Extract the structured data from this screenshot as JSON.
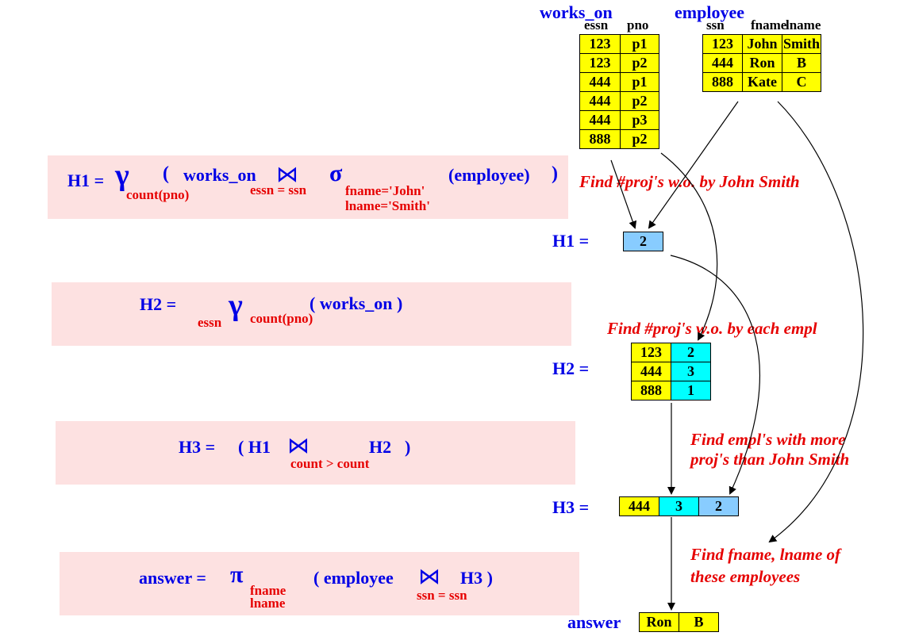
{
  "works_on": {
    "name": "works_on",
    "headers": [
      "essn",
      "pno"
    ],
    "rows": [
      [
        "123",
        "p1"
      ],
      [
        "123",
        "p2"
      ],
      [
        "444",
        "p1"
      ],
      [
        "444",
        "p2"
      ],
      [
        "444",
        "p3"
      ],
      [
        "888",
        "p2"
      ]
    ]
  },
  "employee": {
    "name": "employee",
    "headers": [
      "ssn",
      "fname",
      "lname"
    ],
    "rows": [
      [
        "123",
        "John",
        "Smith"
      ],
      [
        "444",
        "Ron",
        "B"
      ],
      [
        "888",
        "Kate",
        "C"
      ]
    ]
  },
  "expr_h1": {
    "lhs": "H1 =",
    "gamma": "γ",
    "gamma_sub": "count(pno)",
    "open": "(",
    "rel1": "works_on",
    "join": "⋈",
    "join_sub": "essn = ssn",
    "sigma": "σ",
    "sigma_sub1": "fname='John'",
    "sigma_sub2": "lname='Smith'",
    "arg": "(employee)",
    "close": ")"
  },
  "expr_h2": {
    "lhs": "H2 =",
    "group_sub": "essn",
    "gamma": "γ",
    "gamma_sub": "count(pno)",
    "arg": "( works_on )"
  },
  "expr_h3": {
    "lhs": "H3 =",
    "open": "( H1",
    "join": "⋈",
    "join_sub": "count > count",
    "arg": "H2",
    "close": ")"
  },
  "expr_answer": {
    "lhs": "answer =",
    "pi": "π",
    "pi_sub1": "fname",
    "pi_sub2": "lname",
    "open": "( employee",
    "join": "⋈",
    "join_sub": "ssn = ssn",
    "arg": "H3 )"
  },
  "notes": {
    "n1": "Find #proj's w.o. by John Smith",
    "n2": "Find #proj's w.o. by each empl",
    "n3a": "Find empl's with more",
    "n3b": "proj's than John Smith",
    "n4a": "Find fname, lname of",
    "n4b": "these employees"
  },
  "results": {
    "h1_label": "H1 =",
    "h1_value": "2",
    "h2_label": "H2 =",
    "h2_rows": [
      [
        "123",
        "2"
      ],
      [
        "444",
        "3"
      ],
      [
        "888",
        "1"
      ]
    ],
    "h3_label": "H3 =",
    "h3_row": [
      "444",
      "3",
      "2"
    ],
    "answer_label": "answer",
    "answer_row": [
      "Ron",
      "B"
    ]
  },
  "colors": {
    "table_fill": "#ffff00",
    "count_fill": "#00ffff",
    "h1_fill": "#88ccff",
    "panel_fill": "#fde1e1",
    "expr_text": "#0000e6",
    "note_text": "#e60000"
  }
}
